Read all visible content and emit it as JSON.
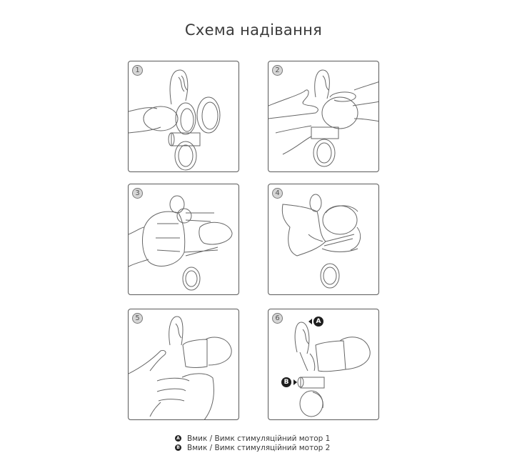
{
  "title": "Схема надівання",
  "steps": [
    {
      "number": "1",
      "illustration": "ring-on-hand"
    },
    {
      "number": "2",
      "illustration": "stretching-ring"
    },
    {
      "number": "3",
      "illustration": "fist-with-ring"
    },
    {
      "number": "4",
      "illustration": "sliding-ring"
    },
    {
      "number": "5",
      "illustration": "positioning-ring"
    },
    {
      "number": "6",
      "illustration": "ring-in-place"
    }
  ],
  "markers": {
    "a": "A",
    "b": "B"
  },
  "legend": [
    {
      "badge": "A",
      "text": "Вмик / Вимк стимуляційний мотор 1"
    },
    {
      "badge": "B",
      "text": "Вмик / Вимк стимуляційний мотор 2"
    }
  ],
  "colors": {
    "line": "#5a5a5a",
    "marker": "#1e1e1e",
    "step_badge": "#d6d6d6"
  }
}
